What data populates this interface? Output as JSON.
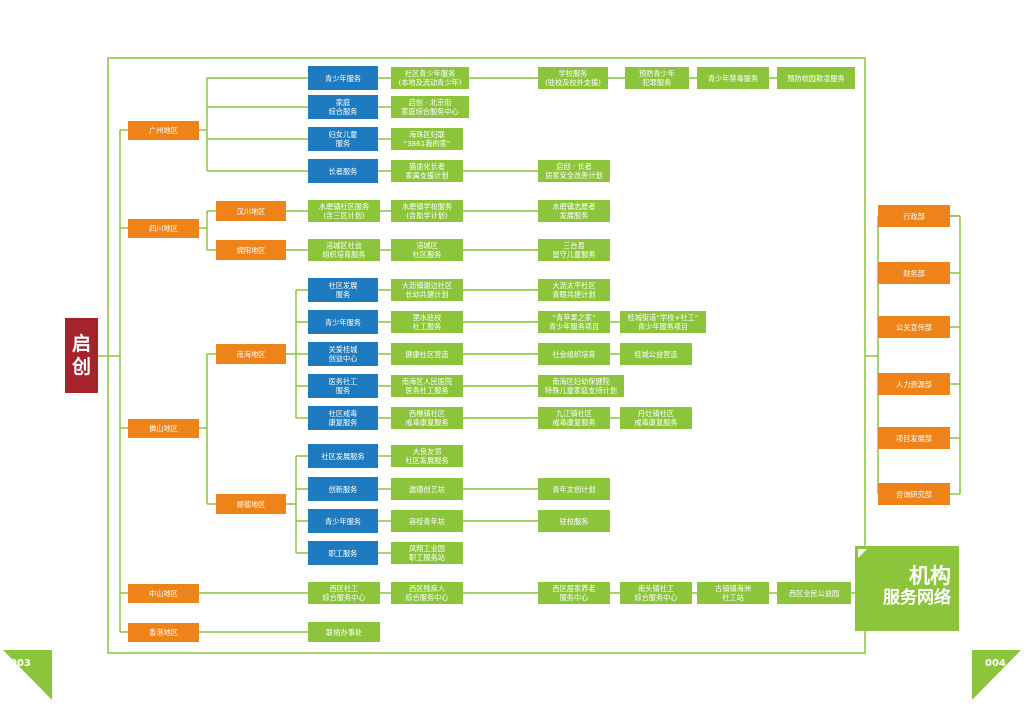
{
  "root": {
    "line1": "启",
    "line2": "创"
  },
  "title": {
    "line1": "机构",
    "line2": "服务网络"
  },
  "pages": {
    "left": "003",
    "right": "004"
  },
  "regions": {
    "guangzhou": "广州地区",
    "sichuan": "四川地区",
    "foshan": "佛山地区",
    "zhongshan": "中山地区",
    "hongkong": "香港地区",
    "hanchuan": "汉川地区",
    "mianyang": "绵阳地区",
    "nanhai": "南海地区",
    "shunde": "顺德地区"
  },
  "departments": [
    "行政部",
    "财务部",
    "公关宣传部",
    "人力资源部",
    "项目发展部",
    "咨询研究部"
  ],
  "guangzhou": {
    "youth": "青少年服务",
    "youth_chain": [
      "社区青少年服务\n(本地及流动青少年)",
      "学校服务\n(驻校及校外支援)",
      "预防青少年\n犯罪服务",
      "青少年禁毒服务",
      "预防校园欺凌服务"
    ],
    "family": "家庭\n综合服务",
    "family_chain": [
      "启创 · 北京街\n家庭综合服务中心"
    ],
    "women": "妇女儿童\n服务",
    "women_chain": [
      "海珠区妇联\n“3861我的家”"
    ],
    "elderly": "长者服务",
    "elderly_chain": [
      "猫途化长者\n家属支援计划",
      "启创 · 长者\n居家安全改善计划"
    ]
  },
  "sichuan": {
    "hanchuan_chain": [
      "水磨镇社区服务\n(含三区计划)",
      "水磨镇学校服务\n(含助学计划)",
      "水磨镇志愿者\n发展服务"
    ],
    "mianyang_chain": [
      "涪城区社会\n组织培育服务",
      "涪城区\n社区服务",
      "三台县\n留守儿童服务"
    ]
  },
  "nanhai": {
    "community_dev": "社区发展\n服务",
    "community_dev_chain": [
      "大沥镇谢边社区\n长幼共健计划",
      "大沥太平社区\n青眼共建计划"
    ],
    "youth": "青少年服务",
    "youth_chain": [
      "里水驻校\n社工服务",
      "“青苹果之家”\n青少年服务项目",
      "桂城街道“学校+社工”\n青少年服务项目"
    ],
    "guicheng": "关爱桂城\n创益中心",
    "guicheng_chain": [
      "健康社区营造",
      "社会组织培育",
      "桂城公益营造"
    ],
    "medical": "医务社工\n服务",
    "medical_chain": [
      "南海区人民医院\n医务社工服务",
      "南海区妇幼保健院\n特殊儿童家庭支持计划"
    ],
    "rehab": "社区戒毒\n康复服务",
    "rehab_chain": [
      "西樵镇社区\n戒毒康复服务",
      "九江镇社区\n戒毒康复服务",
      "丹灶镇社区\n戒毒康复服务"
    ]
  },
  "shunde": {
    "community_dev": "社区发展服务",
    "community_dev_chain": [
      "大良友邻\n社区发展服务"
    ],
    "innovation": "创新服务",
    "innovation_chain": [
      "遨德创艺坊",
      "青年文创计划"
    ],
    "youth": "青少年服务",
    "youth_chain": [
      "容桂青年坊",
      "驻校服务"
    ],
    "worker": "职工服务",
    "worker_chain": [
      "凤翔工业园\n职工服务站"
    ]
  },
  "zhongshan": {
    "chain": [
      "西区社工\n综合服务中心",
      "西区残疾人\n综合服务中心",
      "西区居家养老\n服务中心",
      "南头镇社工\n综合服务中心",
      "古镇镇海洲\n社工站",
      "西区全民公益园"
    ]
  },
  "hongkong": {
    "office": "联络办事处"
  }
}
